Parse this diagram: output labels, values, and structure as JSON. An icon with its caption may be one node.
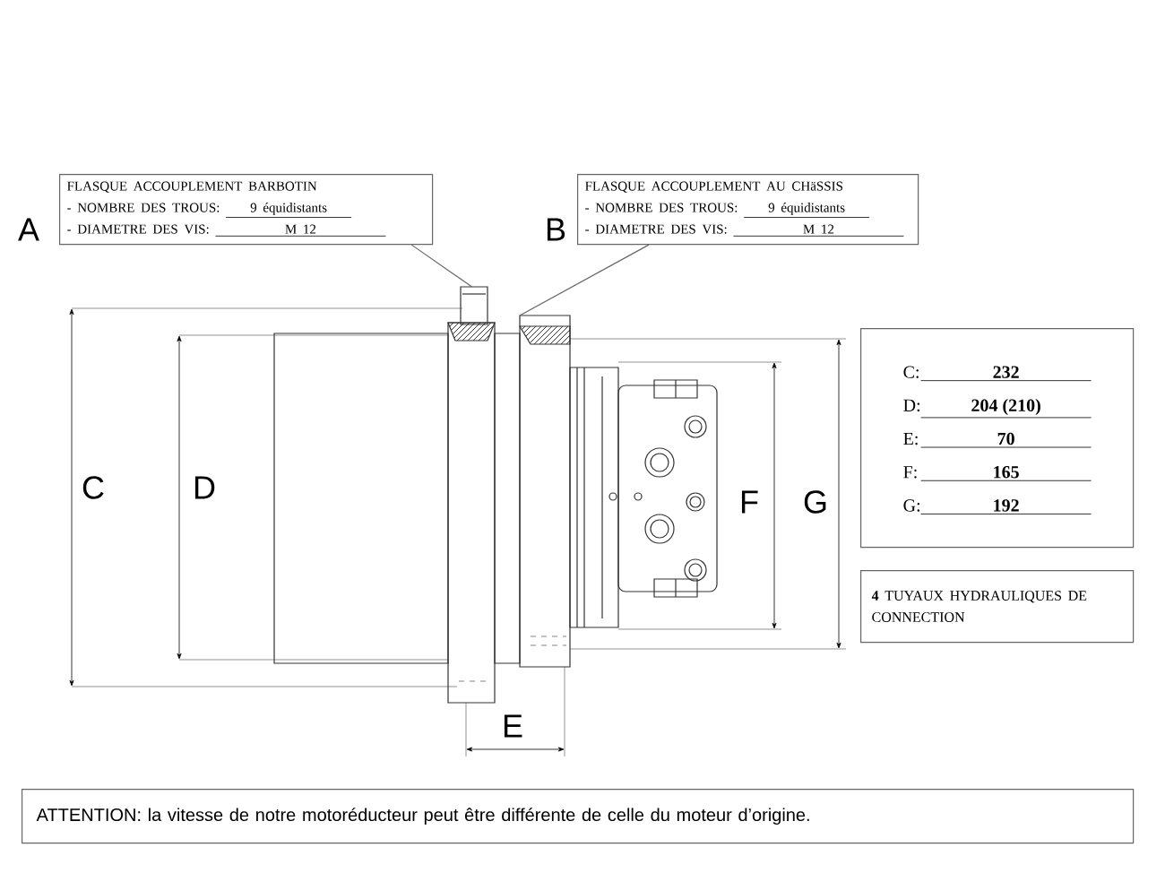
{
  "diagram": {
    "nodes": [
      {
        "text": [
          "FLASQUE ACCOUPLEMENT BARBOTIN",
          "- NOMBRE DES TROUS:",
          "9 équidistants",
          "- DIAMETRE DES VIS:",
          "M 12"
        ]
      },
      {
        "text": [
          "FLASQUE ACCOUPLEMENT AU CHäSSIS",
          "- NOMBRE DES TROUS:",
          "9 équidistants",
          "- DIAMETRE DES VIS:",
          "M 12"
        ]
      },
      {
        "text": [
          "C:",
          "232",
          "D:",
          "204 (210)",
          "E:",
          "70",
          "F:",
          "165",
          "G:",
          "192"
        ]
      },
      {
        "text": [
          "**4** TUYAUX HYDRAULIQUES DE CONNECTION"
        ]
      },
      {
        "text": [
          "ATTENTION: la vitesse de notre motoréducteur peut être différente de celle du moteur d’origine."
        ]
      },
      {
        "text": [],
        "shape": "picture"
      },
      {
        "text": [],
        "shape": "picture"
      }
    ],
    "edges": [
      {
        "from": 0,
        "to": 5,
        "arrow": "none"
      },
      {
        "from": 1,
        "to": 6,
        "arrow": "none"
      }
    ],
    "labels": [
      "A",
      "B",
      "C",
      "D",
      "E",
      "F",
      "G"
    ]
  }
}
